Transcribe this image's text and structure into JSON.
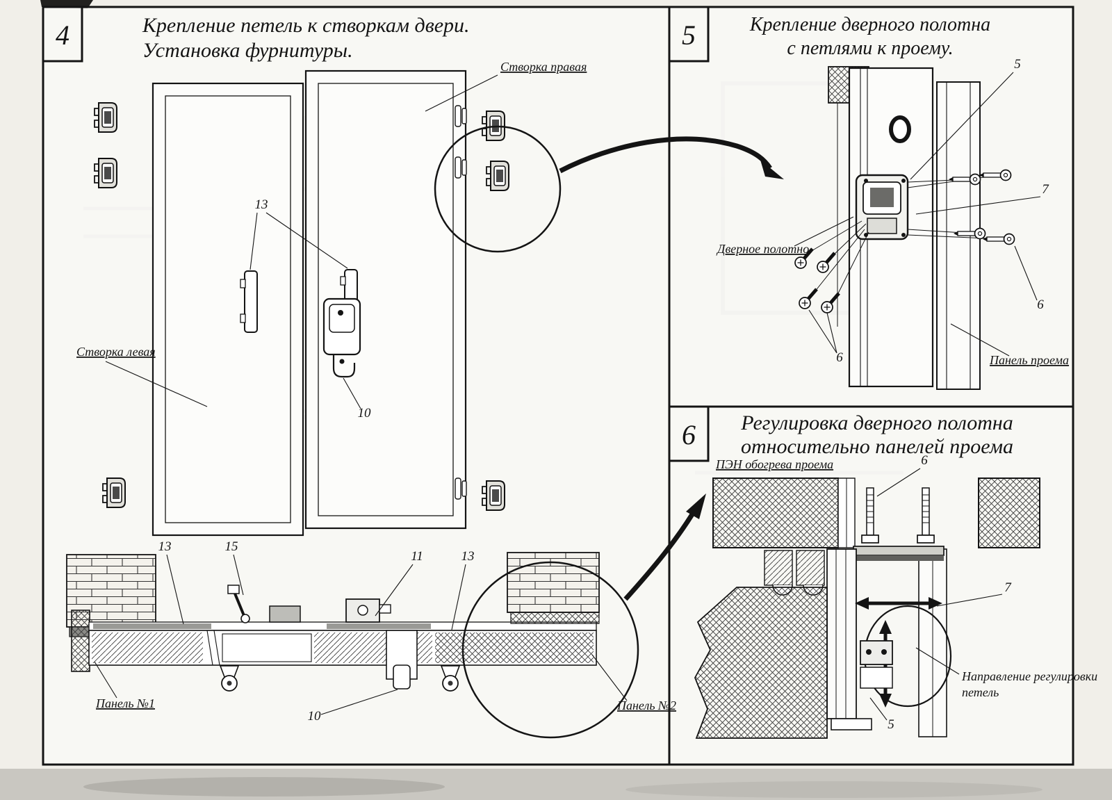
{
  "sections": {
    "s4": {
      "number": "4",
      "title_line1": "Крепление петель к створкам двери.",
      "title_line2": "Установка фурнитуры.",
      "label_leaf_right": "Створка правая",
      "label_leaf_left": "Створка левая",
      "label_panel1": "Панель №1",
      "label_panel2": "Панель №2",
      "callout_13_top": "13",
      "callout_10_top": "10",
      "callout_13_left": "13",
      "callout_15": "15",
      "callout_11": "11",
      "callout_13_right": "13",
      "callout_10_bottom": "10"
    },
    "s5": {
      "number": "5",
      "title_line1": "Крепление дверного полотна",
      "title_line2": "с петлями к проему.",
      "label_door_leaf": "Дверное полотно",
      "label_opening_panel": "Панель проема",
      "callout_5": "5",
      "callout_7": "7",
      "callout_6_right": "6",
      "callout_6_left": "6"
    },
    "s6": {
      "number": "6",
      "title_line1": "Регулировка дверного полотна",
      "title_line2": "относительно панелей проема",
      "label_pen": "ПЭН обогрева проема",
      "label_direction_line1": "Направление регулировки",
      "label_direction_line2": "петель",
      "callout_6": "6",
      "callout_7": "7",
      "callout_5": "5"
    }
  }
}
